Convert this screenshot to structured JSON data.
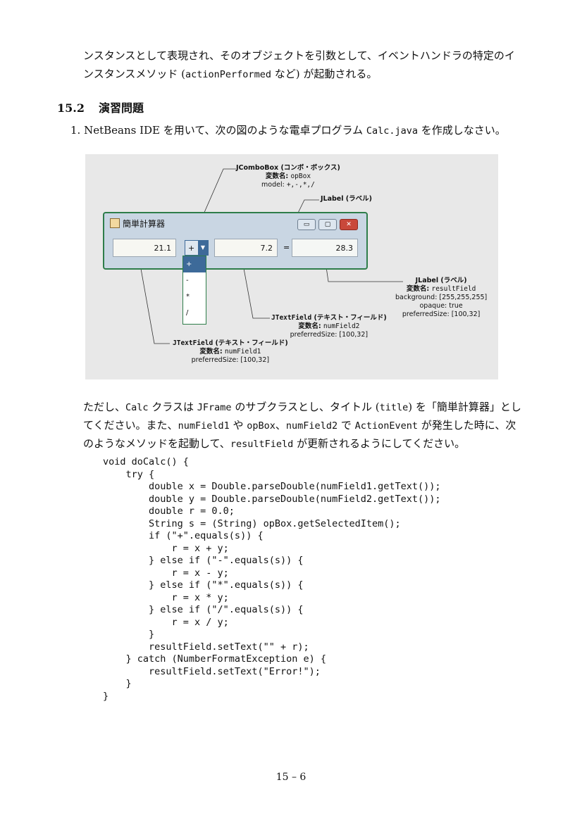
{
  "intro": {
    "line1": "ンスタンスとして表現され、そのオブジェクトを引数として、イベントハンドラの特定のイ",
    "line2_a": "ンスタンスメソッド (",
    "line2_code": "actionPerformed",
    "line2_b": " など) が起動される。"
  },
  "section": {
    "number": "15.2",
    "title": "演習問題"
  },
  "item1": {
    "a": "1. NetBeans IDE を用いて、次の図のような電卓プログラム ",
    "code": "Calc.java",
    "b": " を作成しなさい。"
  },
  "figure": {
    "window_title": "簡単計算器",
    "num1": "21.1",
    "op": "+",
    "num2": "7.2",
    "eq": "=",
    "result": "28.3",
    "dropdown": [
      "+",
      "-",
      "*",
      "/"
    ],
    "window_buttons": [
      "▭",
      "▢",
      "✕"
    ],
    "ann_combo": {
      "title": "JComboBox (コンボ・ボックス)",
      "var_label": "変数名: ",
      "var": "opBox",
      "model_label": "model: ",
      "model": "+,-,*,/"
    },
    "ann_label1": {
      "title": "JLabel (ラベル)"
    },
    "ann_label2": {
      "title": "JLabel (ラベル)",
      "var_label": "変数名: ",
      "var": "resultField",
      "bg": "background: [255,255,255]",
      "opaque": "opaque: true",
      "size": "preferredSize: [100,32]"
    },
    "ann_tf2": {
      "title_code": "JTextField",
      "title": " (テキスト・フィールド)",
      "var_label": "変数名: ",
      "var": "numField2",
      "size": "preferredSize: [100,32]"
    },
    "ann_tf1": {
      "title_code": "JTextField",
      "title": " (テキスト・フィールド)",
      "var_label": "変数名: ",
      "var": "numField1",
      "size": "preferredSize: [100,32]"
    }
  },
  "para": {
    "l1_a": "ただし、",
    "l1_c1": "Calc",
    "l1_b": " クラスは ",
    "l1_c2": "JFrame",
    "l1_c": " のサブクラスとし、タイトル (",
    "l1_c3": "title",
    "l1_d": ") を「簡単計算器」とし",
    "l2_a": "てください。また、",
    "l2_c1": "numField1",
    "l2_b": " や ",
    "l2_c2": "opBox",
    "l2_c": "、",
    "l2_c3": "numField2",
    "l2_d": " で ",
    "l2_c4": "ActionEvent",
    "l2_e": " が発生した時に、次",
    "l3_a": "のようなメソッドを起動して、",
    "l3_c1": "resultField",
    "l3_b": " が更新されるようにしてください。"
  },
  "code": "void doCalc() {\n    try {\n        double x = Double.parseDouble(numField1.getText());\n        double y = Double.parseDouble(numField2.getText());\n        double r = 0.0;\n        String s = (String) opBox.getSelectedItem();\n        if (\"+\".equals(s)) {\n            r = x + y;\n        } else if (\"-\".equals(s)) {\n            r = x - y;\n        } else if (\"*\".equals(s)) {\n            r = x * y;\n        } else if (\"/\".equals(s)) {\n            r = x / y;\n        }\n        resultField.setText(\"\" + r);\n    } catch (NumberFormatException e) {\n        resultField.setText(\"Error!\");\n    }\n}",
  "page_number": "15 – 6"
}
